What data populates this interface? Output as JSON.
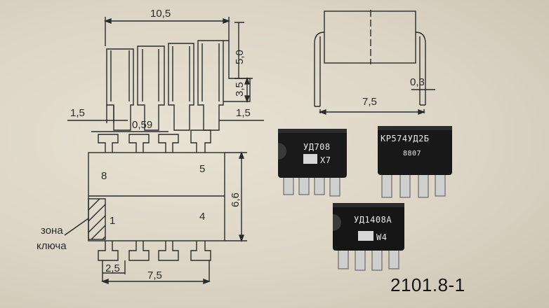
{
  "drawing": {
    "dim_top_width": "10,5",
    "dim_height_top": "5,0",
    "dim_height_lower": "3,5",
    "dim_left_pitch": "1,5",
    "dim_pin_width": "0,59",
    "dim_right_pitch": "1,5",
    "dim_side_body": "6,6",
    "dim_bottom_pitch": "2,5",
    "dim_bottom_span": "7,5",
    "pin_label_8": "8",
    "pin_label_5": "5",
    "pin_label_1": "1",
    "pin_label_4": "4",
    "key_zone_line1": "зона",
    "key_zone_line2": "ключа",
    "side_dim_lead": "0,3",
    "side_dim_span": "7,5"
  },
  "chips": {
    "chip1_line1": "УД708",
    "chip1_line2": "X7",
    "chip2_line1": "КР574УД2Б",
    "chip2_line2": "8807",
    "chip3_line1": "УД1408А",
    "chip3_line2": "W4"
  },
  "package_code": "2101.8-1"
}
